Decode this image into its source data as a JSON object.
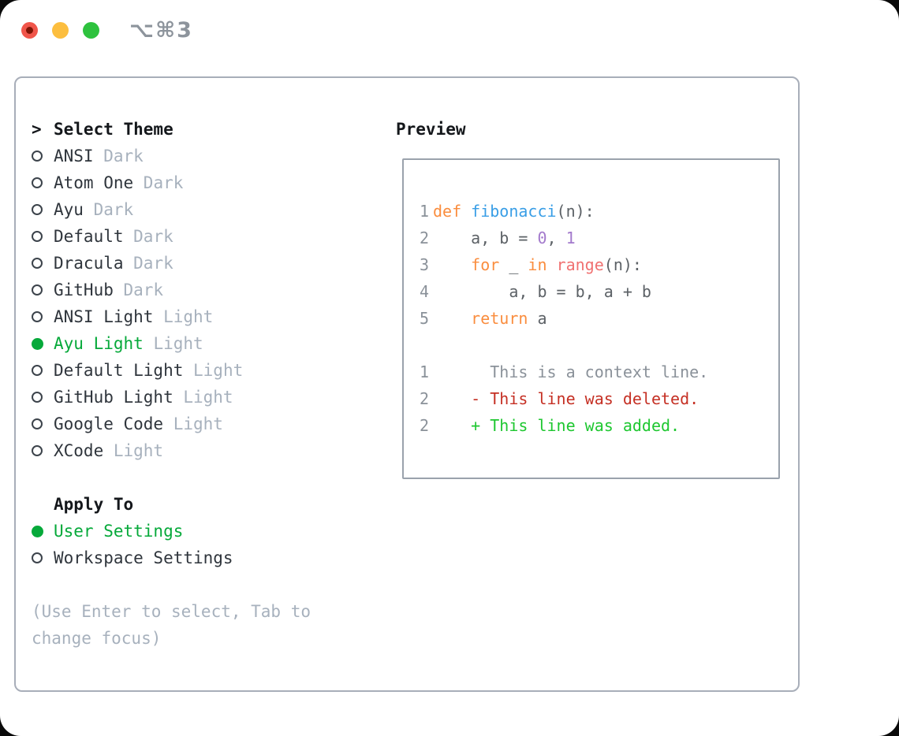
{
  "window": {
    "title": "⌥⌘3",
    "traffic_lights": [
      {
        "name": "close",
        "color": "#f0554a",
        "inner_dot": "#7e1405"
      },
      {
        "name": "minimize",
        "color": "#fcbe3f",
        "inner_dot": null
      },
      {
        "name": "zoom",
        "color": "#2ec23e",
        "inner_dot": null
      }
    ],
    "title_color": "#8d949c"
  },
  "theme_selector": {
    "header_marker": ">",
    "header_label": "Select Theme",
    "items": [
      {
        "name": "ANSI",
        "variant": "Dark",
        "selected": false
      },
      {
        "name": "Atom One",
        "variant": "Dark",
        "selected": false
      },
      {
        "name": "Ayu",
        "variant": "Dark",
        "selected": false
      },
      {
        "name": "Default",
        "variant": "Dark",
        "selected": false
      },
      {
        "name": "Dracula",
        "variant": "Dark",
        "selected": false
      },
      {
        "name": "GitHub",
        "variant": "Dark",
        "selected": false
      },
      {
        "name": "ANSI Light",
        "variant": "Light",
        "selected": false
      },
      {
        "name": "Ayu Light",
        "variant": "Light",
        "selected": true
      },
      {
        "name": "Default Light",
        "variant": "Light",
        "selected": false
      },
      {
        "name": "GitHub Light",
        "variant": "Light",
        "selected": false
      },
      {
        "name": "Google Code",
        "variant": "Light",
        "selected": false
      },
      {
        "name": "XCode",
        "variant": "Light",
        "selected": false
      }
    ]
  },
  "apply_to": {
    "header": "Apply To",
    "options": [
      {
        "label": "User Settings",
        "selected": true
      },
      {
        "label": "Workspace Settings",
        "selected": false
      }
    ]
  },
  "help_text": "(Use Enter to select, Tab to change focus)",
  "preview": {
    "header": "Preview",
    "code_lines": [
      {
        "num": "1",
        "tokens": [
          {
            "t": "def",
            "c": "keyword"
          },
          {
            "t": " ",
            "c": "plain"
          },
          {
            "t": "fibonacci",
            "c": "entity"
          },
          {
            "t": "(n):",
            "c": "plain"
          }
        ]
      },
      {
        "num": "2",
        "tokens": [
          {
            "t": "    a, b = ",
            "c": "plain"
          },
          {
            "t": "0",
            "c": "constant"
          },
          {
            "t": ", ",
            "c": "plain"
          },
          {
            "t": "1",
            "c": "constant"
          }
        ]
      },
      {
        "num": "3",
        "tokens": [
          {
            "t": "    ",
            "c": "plain"
          },
          {
            "t": "for",
            "c": "keyword"
          },
          {
            "t": " _ ",
            "c": "plain"
          },
          {
            "t": "in",
            "c": "keyword"
          },
          {
            "t": " ",
            "c": "plain"
          },
          {
            "t": "range",
            "c": "function"
          },
          {
            "t": "(n):",
            "c": "plain"
          }
        ]
      },
      {
        "num": "4",
        "tokens": [
          {
            "t": "        a, b = b, a + b",
            "c": "plain"
          }
        ]
      },
      {
        "num": "5",
        "tokens": [
          {
            "t": "    ",
            "c": "plain"
          },
          {
            "t": "return",
            "c": "keyword"
          },
          {
            "t": " a",
            "c": "plain"
          }
        ]
      }
    ],
    "diff_lines": [
      {
        "num": "1",
        "kind": "context",
        "text": "      This is a context line."
      },
      {
        "num": "2",
        "kind": "deleted",
        "text": "    - This line was deleted."
      },
      {
        "num": "2",
        "kind": "added",
        "text": "    + This line was added."
      }
    ]
  },
  "colors": {
    "selected_green": "#06a93a",
    "line_number_gray": "#8a9199",
    "syntax": {
      "keyword": "#fa8d3e",
      "entity": "#399ee6",
      "constant": "#a37acc",
      "function": "#f07171",
      "plain": "#5c6166"
    },
    "diff": {
      "context": "#8a9199",
      "deleted": "#c53024",
      "added": "#1ec730"
    }
  }
}
